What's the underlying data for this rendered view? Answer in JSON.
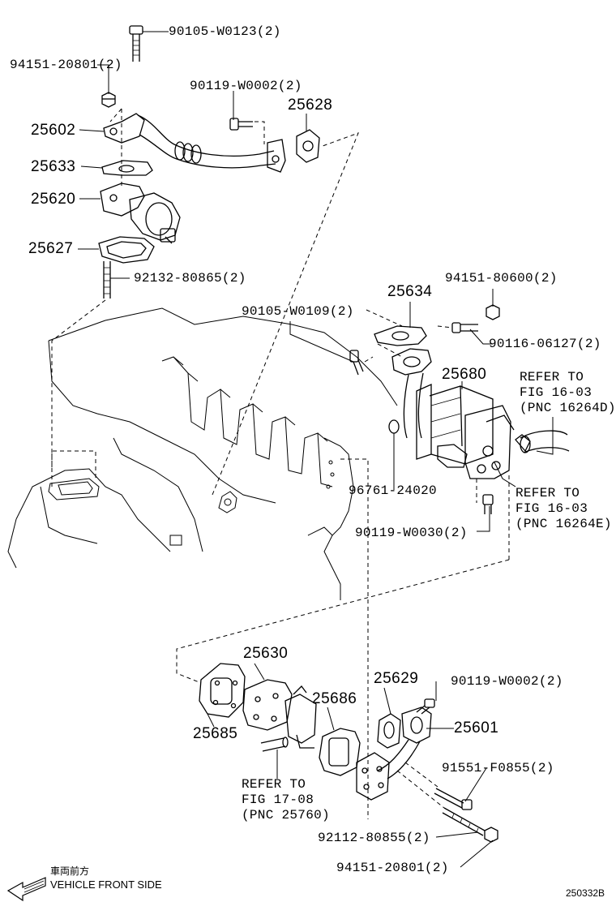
{
  "labels": {
    "p90105_w0123": "90105-W0123(2)",
    "p94151_20801_top": "94151-20801(2)",
    "p90119_w0002_top": "90119-W0002(2)",
    "p25628": "25628",
    "p25602": "25602",
    "p25633": "25633",
    "p25620": "25620",
    "p25627": "25627",
    "p92132_80865": "92132-80865(2)",
    "p94151_80600": "94151-80600(2)",
    "p25634": "25634",
    "p90105_w0109": "90105-W0109(2)",
    "p90116_06127": "90116-06127(2)",
    "p25680": "25680",
    "p96761_24020": "96761-24020",
    "p90119_w0030": "90119-W0030(2)",
    "p25630": "25630",
    "p25629": "25629",
    "p90119_w0002_bot": "90119-W0002(2)",
    "p25686": "25686",
    "p25601": "25601",
    "p25685": "25685",
    "p91551_f0855": "91551-F0855(2)",
    "p92112_80855": "92112-80855(2)",
    "p94151_20801_bot": "94151-20801(2)"
  },
  "refs": {
    "fig1603_d": "REFER TO\nFIG 16-03\n(PNC 16264D)",
    "fig1603_e": "REFER TO\nFIG 16-03\n(PNC 16264E)",
    "fig1708": "REFER TO\nFIG 17-08\n(PNC 25760)"
  },
  "footer": {
    "direction_jp": "車両前方",
    "direction_en": "VEHICLE FRONT SIDE",
    "figure_id": "250332B"
  }
}
